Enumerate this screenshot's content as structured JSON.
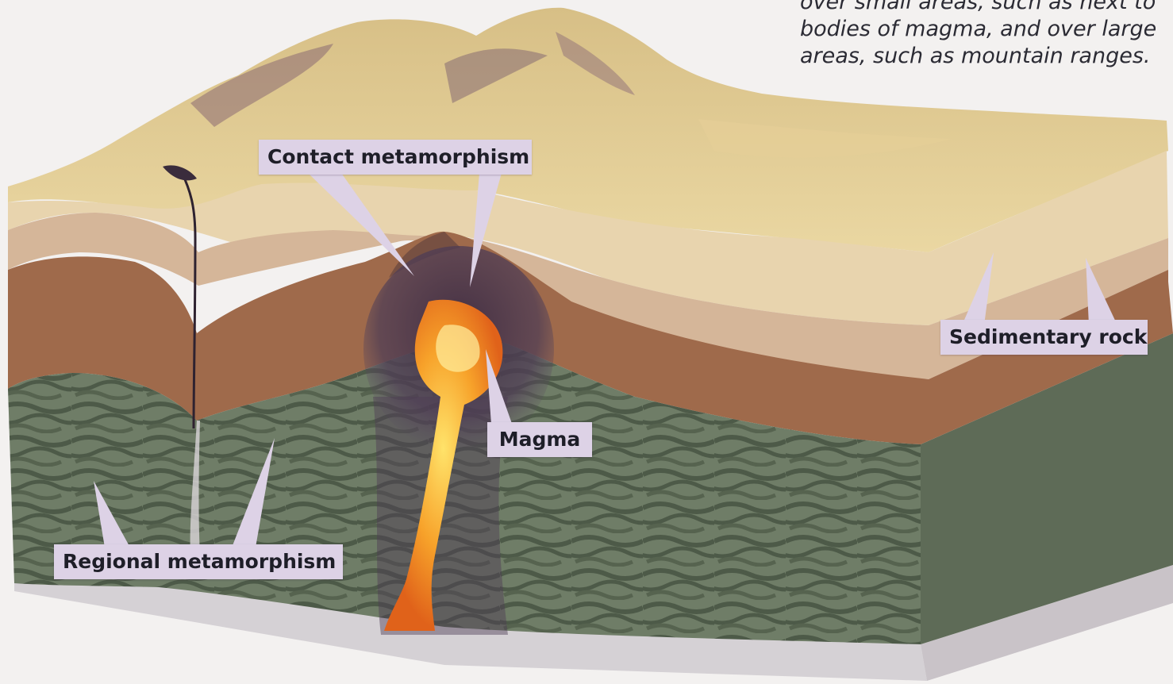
{
  "caption": {
    "line1": "over small areas, such as next to",
    "line2": "bodies of magma, and over large",
    "line3": "areas, such as mountain ranges."
  },
  "labels": {
    "contact": "Contact metamorphism",
    "magma": "Magma",
    "sedimentary": "Sedimentary rock",
    "regional": "Regional metamorphism"
  },
  "colors": {
    "background": "#f3f1f0",
    "label_fill": "#ddd2e6",
    "mountain": "#dcc58e",
    "layer_tan": "#e6d1ac",
    "layer_pink": "#d3b397",
    "layer_brown": "#9c6649",
    "metamorphic": "#6c7a64",
    "magma": "#f08a1e",
    "halo": "#4d3a52",
    "base": "#ddd9dd"
  }
}
